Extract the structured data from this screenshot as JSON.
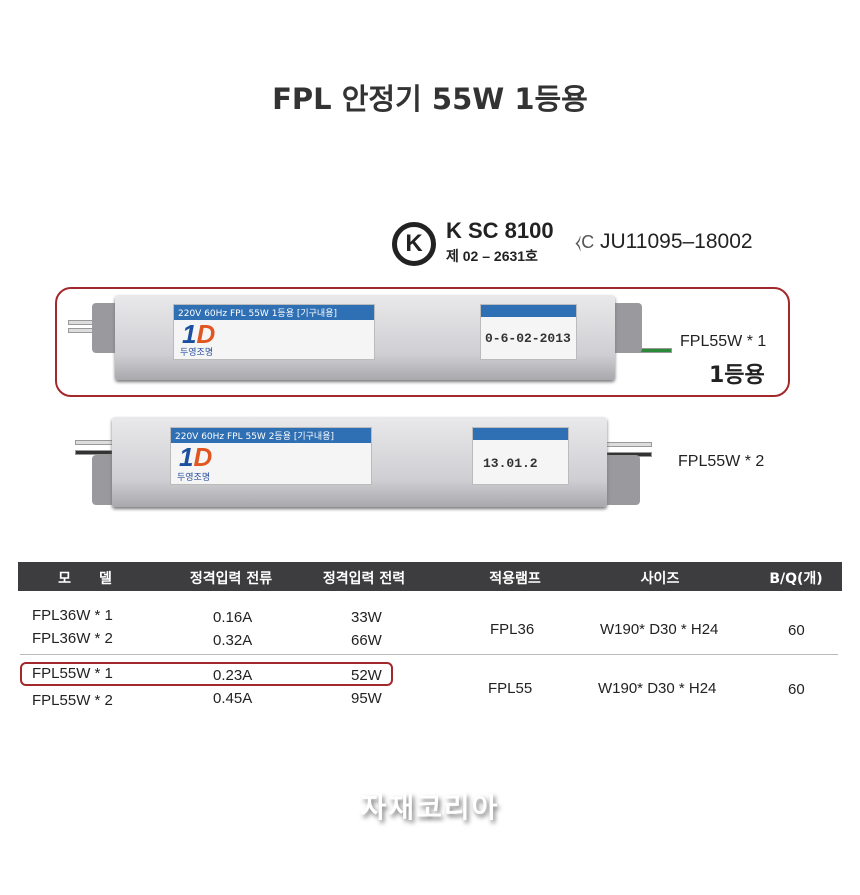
{
  "title": "FPL 안정기 55W 1등용",
  "certs": {
    "ks_code": "K SC 8100",
    "ks_no": "제 02 – 2631호",
    "ks_logo": "K",
    "kc_icon": "kc-mark-icon",
    "kc_code": "JU11095–18002"
  },
  "products": [
    {
      "label_head": "220V 60Hz FPL 55W 1등용 [기구내용]",
      "brand": "두영조명",
      "date": "0-6-02-2013",
      "side_label": "FPL55W * 1",
      "big_label": "1등용"
    },
    {
      "label_head": "220V 60Hz FPL 55W 2등용 [기구내용]",
      "brand": "두영조명",
      "date": "13.01.2",
      "side_label": "FPL55W * 2"
    }
  ],
  "table": {
    "headers": [
      "모　　델",
      "정격입력 전류",
      "정격입력 전력",
      "적용램프",
      "사이즈",
      "B/Q(개)"
    ],
    "groups": [
      {
        "rows": [
          {
            "model": "FPL36W * 1",
            "current": "0.16A",
            "power": "33W"
          },
          {
            "model": "FPL36W * 2",
            "current": "0.32A",
            "power": "66W"
          }
        ],
        "lamp": "FPL36",
        "size": "W190* D30 * H24",
        "bq": "60"
      },
      {
        "rows": [
          {
            "model": "FPL55W * 1",
            "current": "0.23A",
            "power": "52W"
          },
          {
            "model": "FPL55W * 2",
            "current": "0.45A",
            "power": "95W"
          }
        ],
        "lamp": "FPL55",
        "size": "W190* D30 * H24",
        "bq": "60"
      }
    ]
  },
  "watermark": "자재코리아",
  "colors": {
    "highlight": "#a3282c",
    "header_bg": "#3d3d3f",
    "label_blue": "#2f6fb3"
  }
}
